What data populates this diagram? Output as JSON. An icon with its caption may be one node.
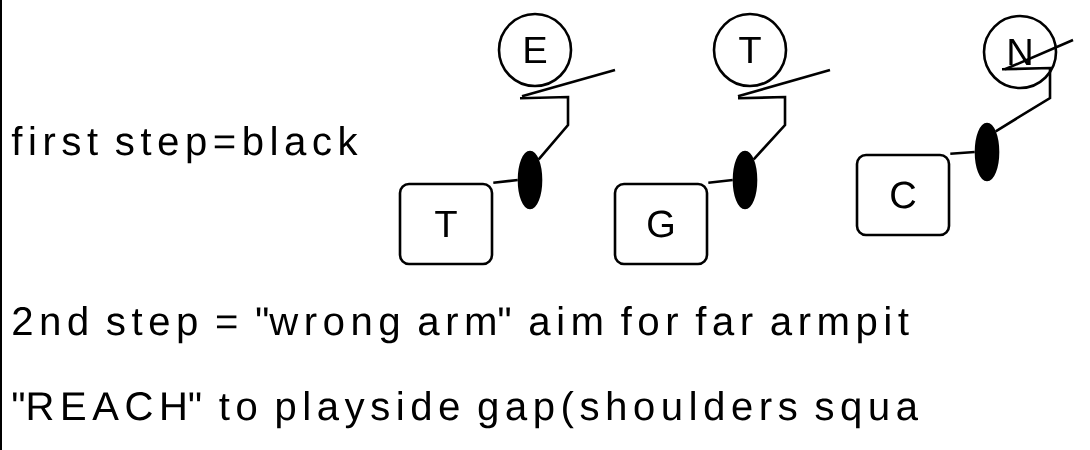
{
  "diagram": {
    "nodes": [
      {
        "text": [
          "E"
        ]
      },
      {
        "text": [
          "T"
        ]
      },
      {
        "text": [
          "N"
        ]
      },
      {
        "text": [
          "T"
        ]
      },
      {
        "text": [
          "G"
        ]
      },
      {
        "text": [
          "C"
        ]
      },
      {
        "text": [],
        "shape": "ellipse"
      },
      {
        "text": [],
        "shape": "ellipse"
      },
      {
        "text": [],
        "shape": "ellipse"
      }
    ],
    "edges": [
      {
        "from": 3,
        "to": 6,
        "arrow": "none"
      },
      {
        "from": 6,
        "to": 0,
        "arrow": "none"
      },
      {
        "from": 0,
        "to": null,
        "arrow": "none"
      },
      {
        "from": 4,
        "to": 7,
        "arrow": "none"
      },
      {
        "from": 7,
        "to": 1,
        "arrow": "none"
      },
      {
        "from": 1,
        "to": null,
        "arrow": "none"
      },
      {
        "from": 5,
        "to": 8,
        "arrow": "none"
      },
      {
        "from": 8,
        "to": 2,
        "arrow": "none"
      },
      {
        "from": 2,
        "to": null,
        "arrow": "none"
      }
    ],
    "labels": [
      "first step=black",
      "2nd step = \"wrong arm\" aim for far armpit",
      "\"REACH\" to playside gap(shoulders squa"
    ]
  }
}
